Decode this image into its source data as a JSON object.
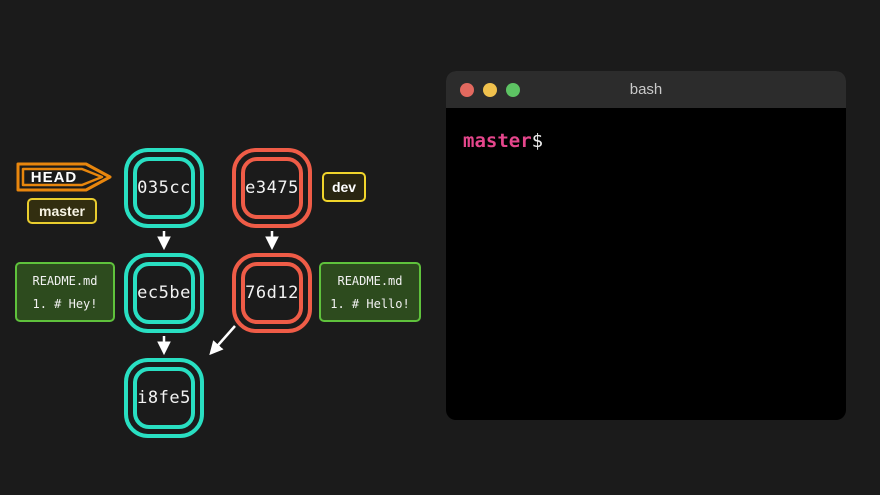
{
  "diagram": {
    "head": {
      "label": "HEAD"
    },
    "branches": [
      {
        "name": "master"
      },
      {
        "name": "dev"
      }
    ],
    "commits": [
      {
        "id": "035cc",
        "color": "teal"
      },
      {
        "id": "e3475",
        "color": "red"
      },
      {
        "id": "ec5be",
        "color": "teal"
      },
      {
        "id": "76d12",
        "color": "red"
      },
      {
        "id": "i8fe5",
        "color": "teal"
      }
    ],
    "edges": [
      {
        "from": "035cc",
        "to": "ec5be"
      },
      {
        "from": "e3475",
        "to": "76d12"
      },
      {
        "from": "ec5be",
        "to": "i8fe5"
      },
      {
        "from": "76d12",
        "to": "i8fe5"
      }
    ],
    "files": [
      {
        "name": "README.md",
        "content": "1. # Hey!"
      },
      {
        "name": "README.md",
        "content": "1. # Hello!"
      }
    ]
  },
  "terminal": {
    "title": "bash",
    "prompt_branch": "master",
    "prompt_symbol": "$"
  },
  "colors": {
    "background": "#1b1b1b",
    "commit_teal": "#29dfc2",
    "commit_red": "#ef5c47",
    "head_orange": "#e8860d",
    "branch_yellow": "#e9cd2e",
    "file_green_border": "#5fc23c",
    "file_green_fill": "#2d4b1e",
    "prompt_pink": "#e5468c",
    "titlebar_gray": "#2c2c2c",
    "traffic_red": "#e2695f",
    "traffic_yellow": "#f0c14d",
    "traffic_green": "#5dc363"
  }
}
